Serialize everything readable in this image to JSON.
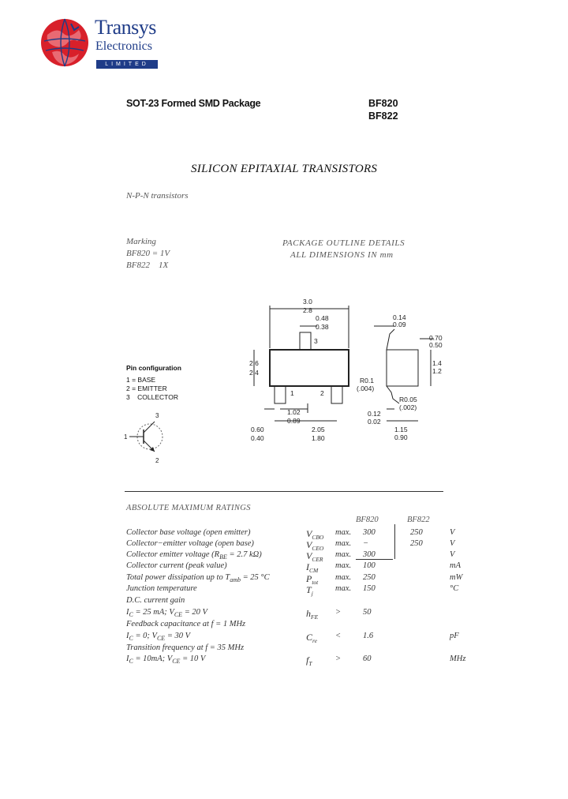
{
  "brand": {
    "name": "Transys",
    "sub": "Electronics",
    "tag": "LIMITED",
    "colors": {
      "red": "#d8202a",
      "blue": "#1f3c88"
    }
  },
  "header": {
    "package": "SOT-23 Formed SMD Package",
    "part1": "BF820",
    "part2": "BF822"
  },
  "title": "SILICON EPITAXIAL TRANSISTORS",
  "subtitle": "N-P-N transistors",
  "marking": {
    "heading": "Marking",
    "lines": [
      "BF820 = 1V",
      "BF822    1X"
    ]
  },
  "outline": {
    "line1": "PACKAGE OUTLINE DETAILS",
    "line2": "ALL DIMENSIONS IN mm"
  },
  "drawing": {
    "dims": [
      "3.0",
      "2.8",
      "0.48",
      "0.38",
      "3",
      "2.6",
      "2.4",
      "1",
      "2",
      "1.02",
      "0.89",
      "2.05",
      "1.80",
      "0.60",
      "0.40",
      "0.14",
      "0.09",
      "0.70",
      "0.50",
      "1.4",
      "1.2",
      "R0.1",
      "(.004)",
      "R0.05",
      "(.002)",
      "0.12",
      "0.02",
      "1.15",
      "0.90"
    ]
  },
  "pins": {
    "heading": "Pin configuration",
    "items": [
      "1 = BASE",
      "2 = EMITTER",
      "3    COLLECTOR"
    ],
    "symbol_labels": [
      "3",
      "1",
      "2"
    ]
  },
  "ratings": {
    "heading": "ABSOLUTE MAXIMUM RATINGS",
    "col1": "BF820",
    "col2": "BF822",
    "rows": [
      {
        "param": "Collector base voltage (open emitter)",
        "sym": "V",
        "sub": "CBO",
        "lim": "max.",
        "v1": "300",
        "v2": "250",
        "unit": "V"
      },
      {
        "param": "Collector−emitter voltage (open base)",
        "sym": "V",
        "sub": "CEO",
        "lim": "max.",
        "v1": "−",
        "v2": "250",
        "unit": "V"
      },
      {
        "param": "Collector emitter voltage (R",
        "param2": "BE",
        "param3": " = 2.7 kΩ)",
        "sym": "V",
        "sub": "CER",
        "lim": "max.",
        "v1": "300",
        "v2": "",
        "unit": "V"
      },
      {
        "param": "Collector current (peak value)",
        "sym": "I",
        "sub": "CM",
        "lim": "max.",
        "v1": "100",
        "v2": "",
        "unit": "mA"
      },
      {
        "param": "Total power dissipation up to T",
        "param2": "amb",
        "param3": " = 25 °C",
        "sym": "P",
        "sub": "tot",
        "lim": "max.",
        "v1": "250",
        "v2": "",
        "unit": "mW"
      },
      {
        "param": "Junction temperature",
        "sym": "T",
        "sub": "j",
        "lim": "max.",
        "v1": "150",
        "v2": "",
        "unit": "°C"
      },
      {
        "param": "D.C. current gain",
        "sym": "",
        "sub": "",
        "lim": "",
        "v1": "",
        "v2": "",
        "unit": ""
      },
      {
        "param": "   I",
        "param2": "C",
        "param3": " = 25 mA; V",
        "param4": "CE",
        "param5": " = 20 V",
        "sym": "h",
        "sub": "FE",
        "lim": ">",
        "v1": "50",
        "v2": "",
        "unit": ""
      },
      {
        "param": "Feedback capacitance at f = 1 MHz",
        "sym": "",
        "sub": "",
        "lim": "",
        "v1": "",
        "v2": "",
        "unit": ""
      },
      {
        "param": "   I",
        "param2": "C",
        "param3": " = 0; V",
        "param4": "CE",
        "param5": " = 30 V",
        "sym": "C",
        "sub": "re",
        "lim": "<",
        "v1": "1.6",
        "v2": "",
        "unit": "pF"
      },
      {
        "param": "Transition frequency at f = 35 MHz",
        "sym": "",
        "sub": "",
        "lim": "",
        "v1": "",
        "v2": "",
        "unit": ""
      },
      {
        "param": "   I",
        "param2": "C",
        "param3": " = 10mA; V",
        "param4": "CE",
        "param5": " = 10 V",
        "sym": "f",
        "sub": "T",
        "lim": ">",
        "v1": "60",
        "v2": "",
        "unit": "MHz"
      }
    ]
  }
}
